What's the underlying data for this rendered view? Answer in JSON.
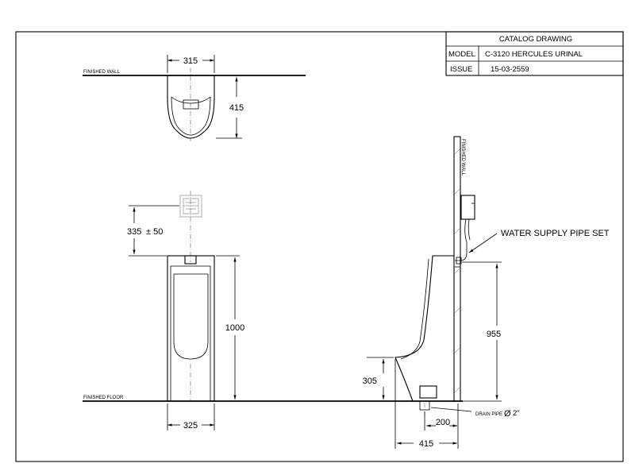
{
  "title_block": {
    "heading": "CATALOG DRAWING",
    "model_label": "MODEL",
    "model_value": "C-3120 HERCULES URINAL",
    "issue_label": "ISSUE",
    "issue_value": "15-03-2559"
  },
  "notes": {
    "finished_wall_top": "FINISHED WALL",
    "finished_wall_side": "FINISHED WALL",
    "finished_floor": "FINISHED FLOOR",
    "water_supply": "WATER SUPPLY PIPE SET",
    "drain_pipe": "DRAIN PIPE",
    "drain_size": "2\""
  },
  "dimensions": {
    "top_width": "315",
    "top_depth": "415",
    "inlet_height": "335",
    "inlet_tolerance": "± 50",
    "height": "1000",
    "front_width": "325",
    "inlet_side_height": "955",
    "lip_height": "305",
    "drain_offset": "200",
    "side_depth": "415"
  },
  "symbols": {
    "diameter": "Ø"
  }
}
